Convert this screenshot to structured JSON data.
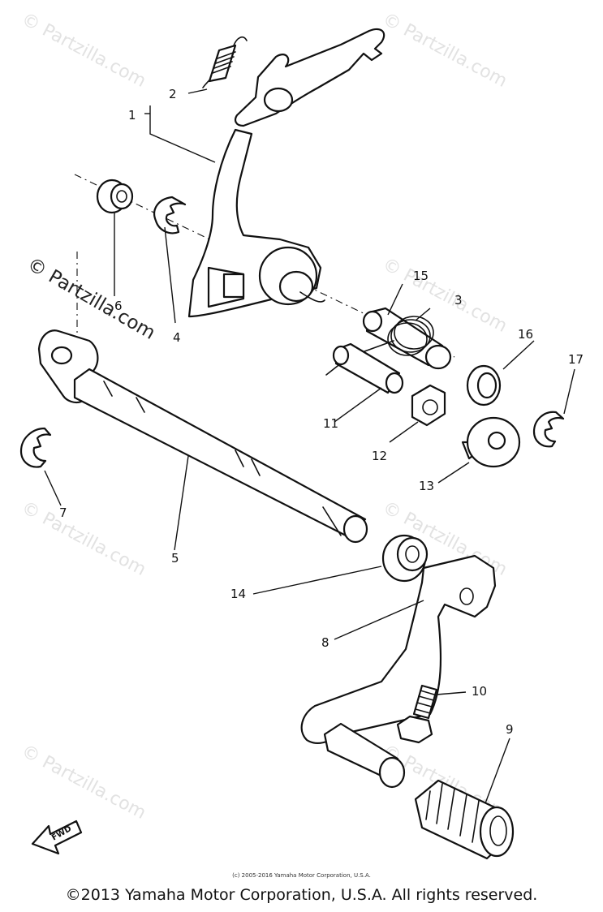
{
  "watermark": "© Partzilla.com",
  "callouts": {
    "c1": "1",
    "c2": "2",
    "c3": "3",
    "c4": "4",
    "c5": "5",
    "c6": "6",
    "c7": "7",
    "c8": "8",
    "c9": "9",
    "c10": "10",
    "c11": "11",
    "c12": "12",
    "c13": "13",
    "c14": "14",
    "c15": "15",
    "c16": "16",
    "c17": "17"
  },
  "fwd_label": "FWD",
  "small_copyright": "(c) 2005-2016 Yamaha Motor Corporation, U.S.A.",
  "main_copyright": "©2013 Yamaha Motor Corporation, U.S.A. All rights reserved."
}
